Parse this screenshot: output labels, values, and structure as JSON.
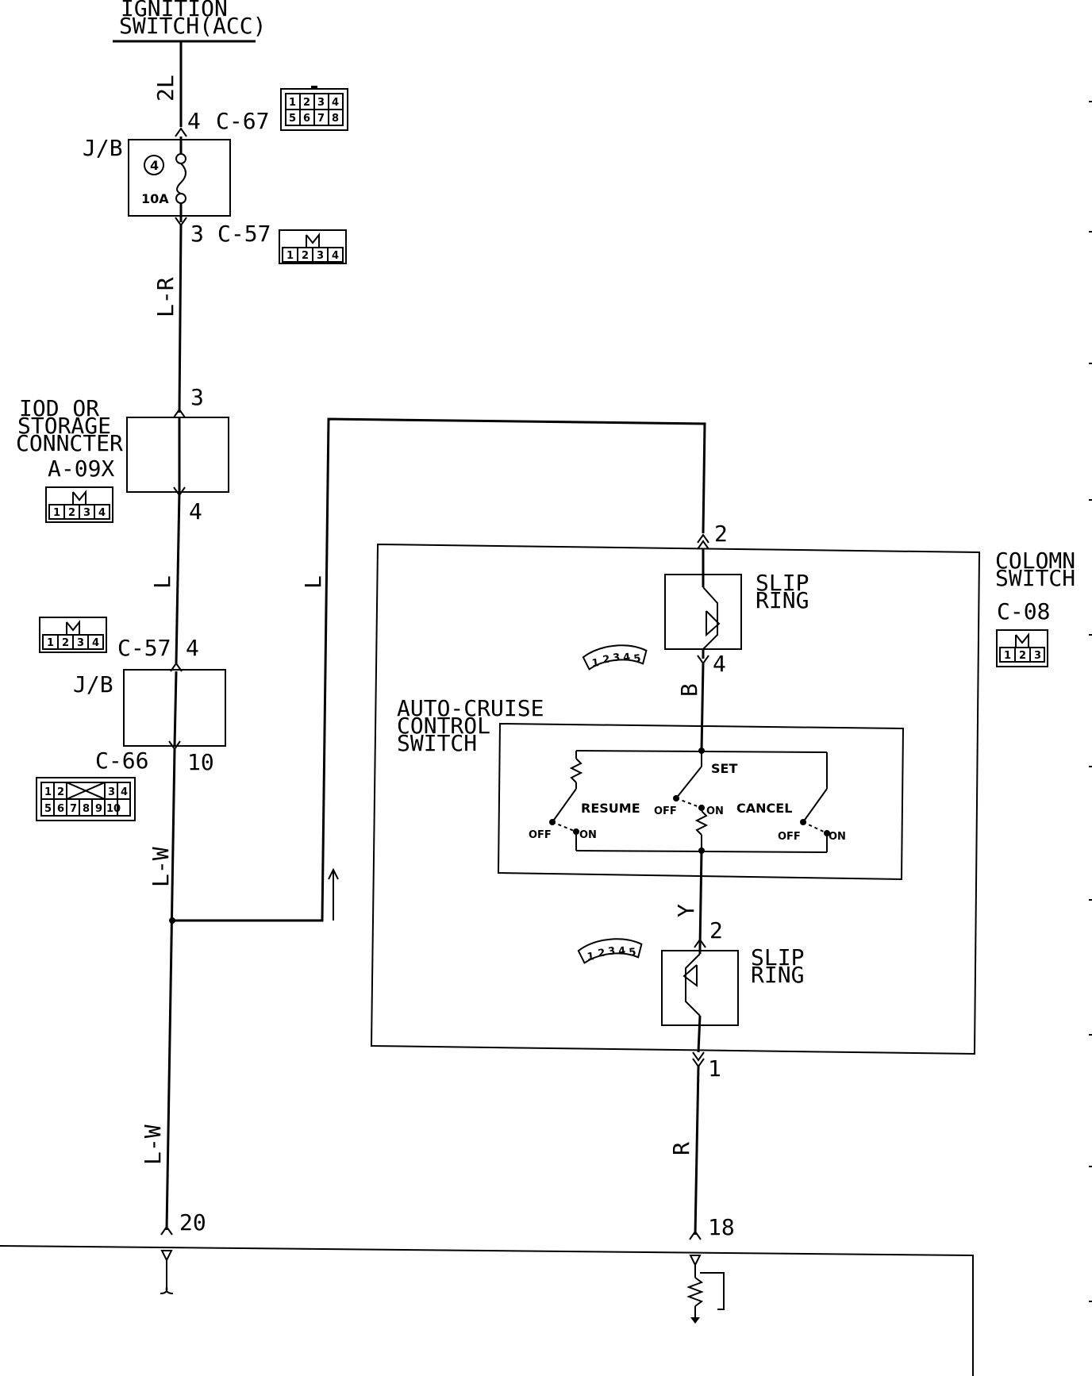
{
  "ignition": {
    "line1": "IGNITION",
    "line2": "SWITCH(ACC)"
  },
  "wires": {
    "2l": "2L",
    "l_r": "L-R",
    "l_left": "L",
    "l_mid": "L",
    "l_w_upper": "L-W",
    "l_w_lower": "L-W",
    "b": "B",
    "y": "Y",
    "r": "R"
  },
  "connectors": {
    "c67": {
      "pin": "4",
      "name": "C-67",
      "grid": [
        "1",
        "2",
        "3",
        "4",
        "5",
        "6",
        "7",
        "8"
      ]
    },
    "c57_top": {
      "pin": "3",
      "name": "C-57",
      "grid": [
        "1",
        "2",
        "3",
        "4"
      ]
    },
    "c57_bottom": {
      "pin": "4",
      "name": "C-57",
      "grid": [
        "1",
        "2",
        "3",
        "4"
      ]
    },
    "c66": {
      "pin": "10",
      "name": "C-66",
      "grid": [
        "1",
        "2",
        "3",
        "4",
        "5",
        "6",
        "7",
        "8",
        "9",
        "10"
      ]
    },
    "a09x": {
      "pin_in": "3",
      "pin_out": "4",
      "name": "A-09X",
      "grid": [
        "1",
        "2",
        "3",
        "4"
      ]
    },
    "c08": {
      "name": "C-08",
      "grid": [
        "1",
        "2",
        "3"
      ]
    }
  },
  "junction_block": {
    "top_label": "J/B",
    "fuse_number": "4",
    "fuse_rating": "10A",
    "bottom_label": "J/B"
  },
  "iod": {
    "line1": "IOD OR",
    "line2": "STORAGE",
    "line3": "CONNCTER"
  },
  "column_switch": {
    "line1": "COLOMN",
    "line2": "SWITCH",
    "slip_ring_upper": {
      "line1": "SLIP",
      "line2": "RING",
      "pin_in": "2",
      "pin_out": "4",
      "dial": [
        "1",
        "2",
        "3",
        "4",
        "5"
      ]
    },
    "slip_ring_lower": {
      "line1": "SLIP",
      "line2": "RING",
      "pin_in": "2",
      "pin_out": "1",
      "dial": [
        "1",
        "2",
        "3",
        "4",
        "5"
      ]
    }
  },
  "auto_cruise": {
    "line1": "AUTO-CRUISE",
    "line2": "CONTROL",
    "line3": "SWITCH",
    "set": "SET",
    "resume": "RESUME",
    "cancel": "CANCEL",
    "off": "OFF",
    "on": "ON"
  },
  "ecu_pins": {
    "left": "20",
    "right": "18"
  }
}
